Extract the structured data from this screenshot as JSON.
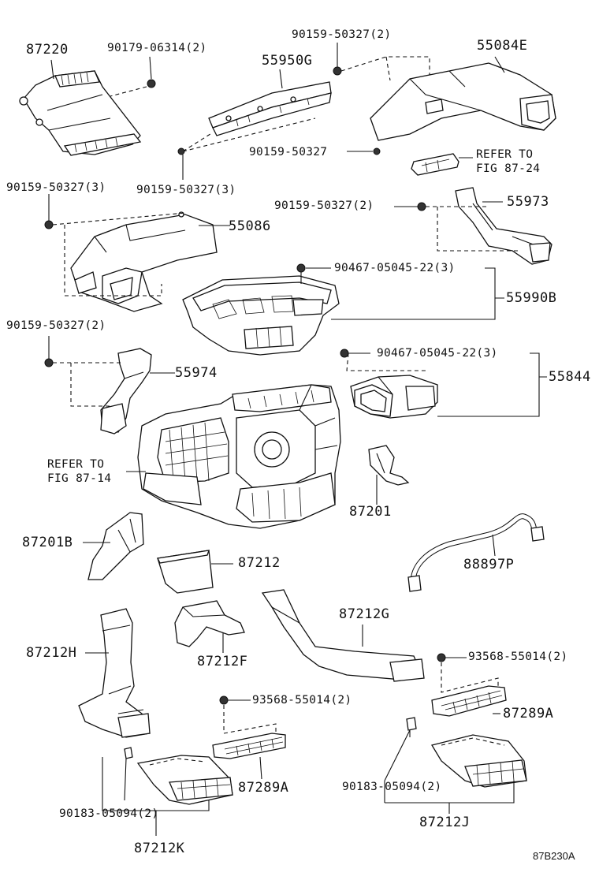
{
  "labels": {
    "p87220": "87220",
    "f90179_06314": "90179-06314(2)",
    "f90159_50327_2_top": "90159-50327(2)",
    "p55950G": "55950G",
    "p55084E": "55084E",
    "f90159_50327_mid": "90159-50327",
    "refer_fig_87_24": "REFER TO\nFIG 87-24",
    "f90159_50327_3_left": "90159-50327(3)",
    "f90159_50327_3_center": "90159-50327(3)",
    "f90159_50327_2_right": "90159-50327(2)",
    "p55973": "55973",
    "p55086": "55086",
    "f90467_05045_22_upper": "90467-05045-22(3)",
    "p55990B": "55990B",
    "f90159_50327_2_left": "90159-50327(2)",
    "f90467_05045_22_lower": "90467-05045-22(3)",
    "p55974": "55974",
    "p55844": "55844",
    "refer_fig_87_14": "REFER TO\nFIG 87-14",
    "p87201": "87201",
    "p87201B": "87201B",
    "p87212": "87212",
    "p88897P": "88897P",
    "p87212G": "87212G",
    "p87212H": "87212H",
    "p87212F": "87212F",
    "f93568_55014_right": "93568-55014(2)",
    "f93568_55014_center": "93568-55014(2)",
    "p87289A_right": "87289A",
    "p87289A_center": "87289A",
    "f90183_05094_left": "90183-05094(2)",
    "f90183_05094_right": "90183-05094(2)",
    "p87212J": "87212J",
    "p87212K": "87212K",
    "figure_code": "87B230A"
  }
}
